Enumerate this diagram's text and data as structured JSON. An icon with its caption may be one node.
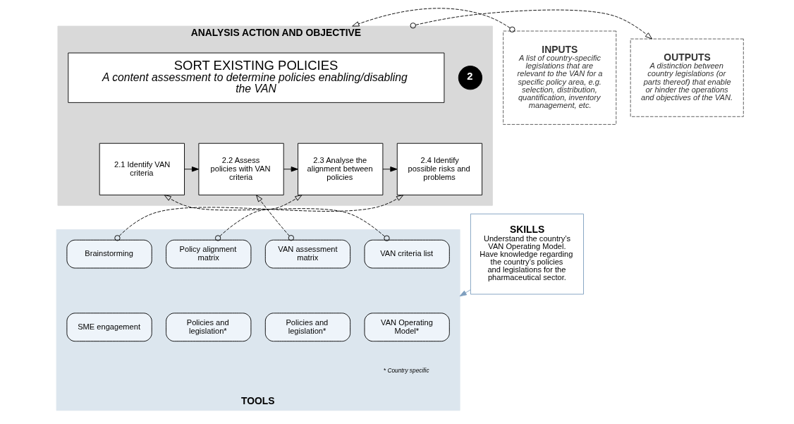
{
  "diagram": {
    "nodes": [
      {
        "text": [
          "ANALYSIS ACTION AND OBJECTIVE"
        ]
      },
      {
        "text": [
          "2"
        ],
        "in": 0
      },
      {
        "text": [
          "SORT EXISTING POLICIES",
          "A content assessment to determine policies enabling/disabling the VAN"
        ],
        "in": 0
      },
      {
        "text": [
          "2.1 Identify VAN criteria"
        ],
        "in": 0
      },
      {
        "text": [
          "2.2 Assess policies with VAN criteria"
        ],
        "in": 0
      },
      {
        "text": [
          "2.3 Analyse the alignment between policies"
        ],
        "in": 0
      },
      {
        "text": [
          "2.4 Identify possible risks and problems"
        ],
        "in": 0
      },
      {
        "text": [
          "INPUTS",
          "A list of country-specific legislations that are relevant to the VAN for a specific policy area, e.g. selection, distribution, quantification, inventory management, etc."
        ]
      },
      {
        "text": [
          "OUTPUTS",
          "A distinction between country legislations (or parts thereof) that enable or hinder the operations and objectives of the VAN."
        ]
      },
      {
        "text": [
          "TOOLS"
        ]
      },
      {
        "text": [
          "VAN criteria list"
        ],
        "in": 9
      },
      {
        "text": [
          "VAN assessment matrix"
        ],
        "in": 9
      },
      {
        "text": [
          "Policy alignment matrix"
        ],
        "in": 9
      },
      {
        "text": [
          "Brainstorming"
        ],
        "in": 9
      },
      {
        "text": [
          "VAN Operating Model*"
        ],
        "in": 9
      },
      {
        "text": [
          "Policies and legislation*"
        ],
        "in": 9
      },
      {
        "text": [
          "Policies and legislation*"
        ],
        "in": 9
      },
      {
        "text": [
          "SME engagement"
        ],
        "in": 9
      },
      {
        "text": [
          "SKILLS",
          "Understand the country’s VAN Operating Model. Have knowledge regarding the country’s policies and legislations for the pharmaceutical sector."
        ]
      }
    ],
    "edges": [
      {
        "from": 7,
        "to": 0,
        "arrow": "to",
        "style": "dashed"
      },
      {
        "from": 0,
        "to": 8,
        "arrow": "to",
        "style": "dashed"
      },
      {
        "from": 3,
        "to": 4,
        "arrow": "to"
      },
      {
        "from": 4,
        "to": 5,
        "arrow": "to"
      },
      {
        "from": 5,
        "to": 6,
        "arrow": "to"
      },
      {
        "from": 10,
        "to": 3,
        "arrow": "to",
        "style": "dashed"
      },
      {
        "from": 11,
        "to": 4,
        "arrow": "to",
        "style": "dashed"
      },
      {
        "from": 12,
        "to": 5,
        "arrow": "to",
        "style": "dashed"
      },
      {
        "from": 13,
        "to": 6,
        "arrow": "to",
        "style": "dashed"
      },
      {
        "from": 18,
        "to": 9,
        "arrow": "to",
        "color": "#7f9fbf"
      }
    ],
    "labels": [
      "* Country specific"
    ]
  }
}
